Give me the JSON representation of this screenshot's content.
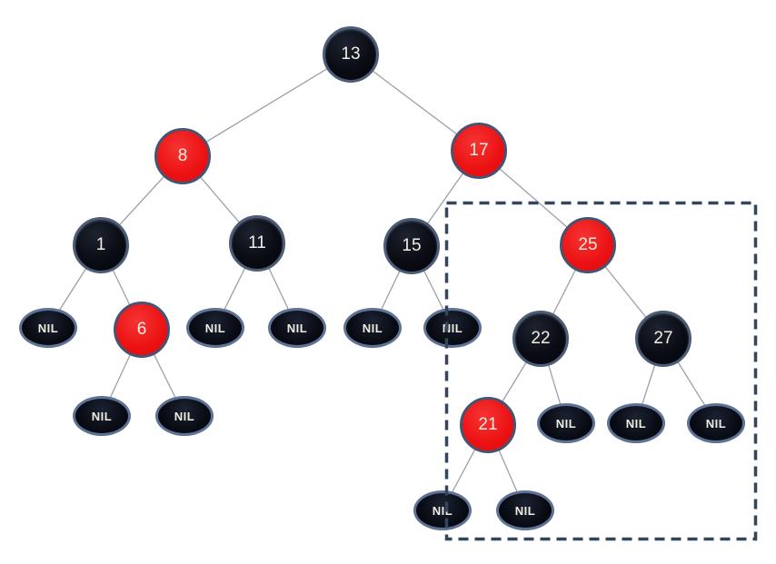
{
  "diagram": {
    "type": "red-black-tree",
    "nil_label": "NIL",
    "palette": {
      "black_node_fill": "#0a0c14",
      "red_node_fill": "#ec1112",
      "node_border": "#4d5d78",
      "nil_border": "#5d7294",
      "edge_line": "#9aa0a8",
      "node_text": "#f3eee1",
      "highlight_dash": "#32465c",
      "background": "#ffffff"
    },
    "nodes": {
      "n13": {
        "value": "13",
        "color": "black"
      },
      "n8": {
        "value": "8",
        "color": "red"
      },
      "n17": {
        "value": "17",
        "color": "red"
      },
      "n1": {
        "value": "1",
        "color": "black"
      },
      "n11": {
        "value": "11",
        "color": "black"
      },
      "n15": {
        "value": "15",
        "color": "black"
      },
      "n25": {
        "value": "25",
        "color": "red"
      },
      "n6": {
        "value": "6",
        "color": "red"
      },
      "n22": {
        "value": "22",
        "color": "black"
      },
      "n27": {
        "value": "27",
        "color": "black"
      },
      "n21": {
        "value": "21",
        "color": "red"
      }
    },
    "structure": {
      "root": "13",
      "children": {
        "13": [
          "8",
          "17"
        ],
        "8": [
          "1",
          "11"
        ],
        "17": [
          "15",
          "25"
        ],
        "1": [
          "NIL",
          "6"
        ],
        "11": [
          "NIL",
          "NIL"
        ],
        "15": [
          "NIL",
          "NIL"
        ],
        "25": [
          "22",
          "27"
        ],
        "6": [
          "NIL",
          "NIL"
        ],
        "22": [
          "21",
          "NIL"
        ],
        "27": [
          "NIL",
          "NIL"
        ],
        "21": [
          "NIL",
          "NIL"
        ]
      }
    },
    "highlight_box": {
      "style": "dashed",
      "color": "#32465c",
      "encloses": "subtree rooted at 25"
    }
  }
}
